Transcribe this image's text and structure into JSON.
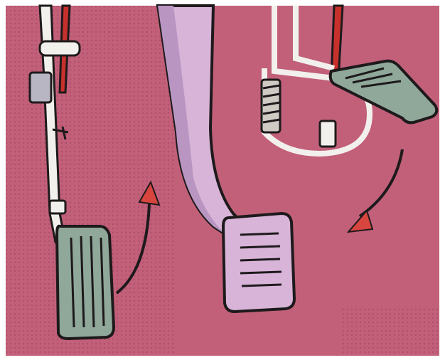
{
  "scene": {
    "kind": "illustration",
    "subject": [
      "clutch-pedal",
      "brake-pedal",
      "accelerator-pedal"
    ],
    "background_color": "#c2607a",
    "dot_pattern_color": "#b04f6b",
    "frame_color": "#ffffff"
  },
  "palette": {
    "outline": "#1e1a1c",
    "clutch_pedal_pad": "#8fa89a",
    "brake_pedal": "#d8b4d8",
    "brake_pedal_shade": "#b996c2",
    "pedal_arm": "#f2f0ec",
    "cable_red": "#c8302c",
    "arrow_head": "#d8453e",
    "spring_fill": "#cfcac4"
  },
  "annotations": {
    "left_arrow_direction": "up",
    "right_arrow_direction": "down"
  }
}
